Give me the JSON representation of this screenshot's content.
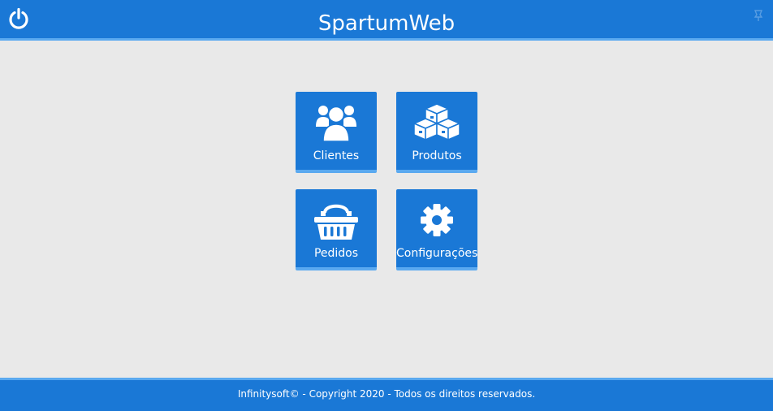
{
  "header": {
    "title": "SpartumWeb",
    "power_icon": "power-icon",
    "corner_icon": "pin-icon"
  },
  "menu": {
    "tiles": [
      {
        "label": "Clientes",
        "icon": "users-icon"
      },
      {
        "label": "Produtos",
        "icon": "boxes-icon"
      },
      {
        "label": "Pedidos",
        "icon": "basket-icon"
      },
      {
        "label": "Configurações",
        "icon": "gear-icon"
      }
    ]
  },
  "footer": {
    "text": "Infinitysoft© - Copyright 2020 - Todos os direitos reservados."
  },
  "colors": {
    "primary": "#1a78d6",
    "accent_border": "#5aa9f0",
    "background": "#e9e9e9",
    "text_on_primary": "#ffffff"
  }
}
